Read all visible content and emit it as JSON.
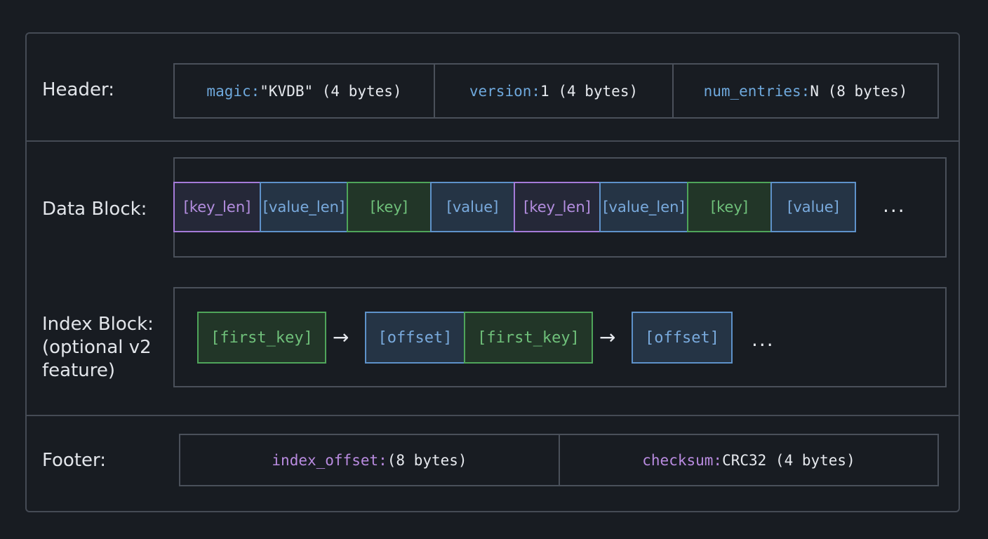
{
  "header": {
    "label": "Header:",
    "fields": [
      {
        "key": "magic:",
        "value": " \"KVDB\" (4 bytes)"
      },
      {
        "key": "version:",
        "value": " 1 (4 bytes)"
      },
      {
        "key": "num_entries:",
        "value": " N (8 bytes)"
      }
    ]
  },
  "data_block": {
    "label": "Data Block:",
    "segments": [
      "[key_len]",
      "[value_len]",
      "[key]",
      "[value]",
      "[key_len]",
      "[value_len]",
      "[key]",
      "[value]"
    ],
    "ellipsis": "..."
  },
  "index_block": {
    "label_lines": [
      "Index Block:",
      "(optional v2",
      "feature)"
    ],
    "segments": [
      "[first_key]",
      "[offset]",
      "[first_key]",
      "[offset]"
    ],
    "arrow": "→",
    "ellipsis": "..."
  },
  "footer": {
    "label": "Footer:",
    "fields": [
      {
        "key": "index_offset:",
        "value": " (8 bytes)"
      },
      {
        "key": "checksum:",
        "value": " CRC32 (4 bytes)"
      }
    ]
  },
  "colors": {
    "background": "#181c22",
    "border": "#4a505a",
    "purple": "#a57bd9",
    "blue": "#5e92ca",
    "green": "#4fa55a"
  }
}
